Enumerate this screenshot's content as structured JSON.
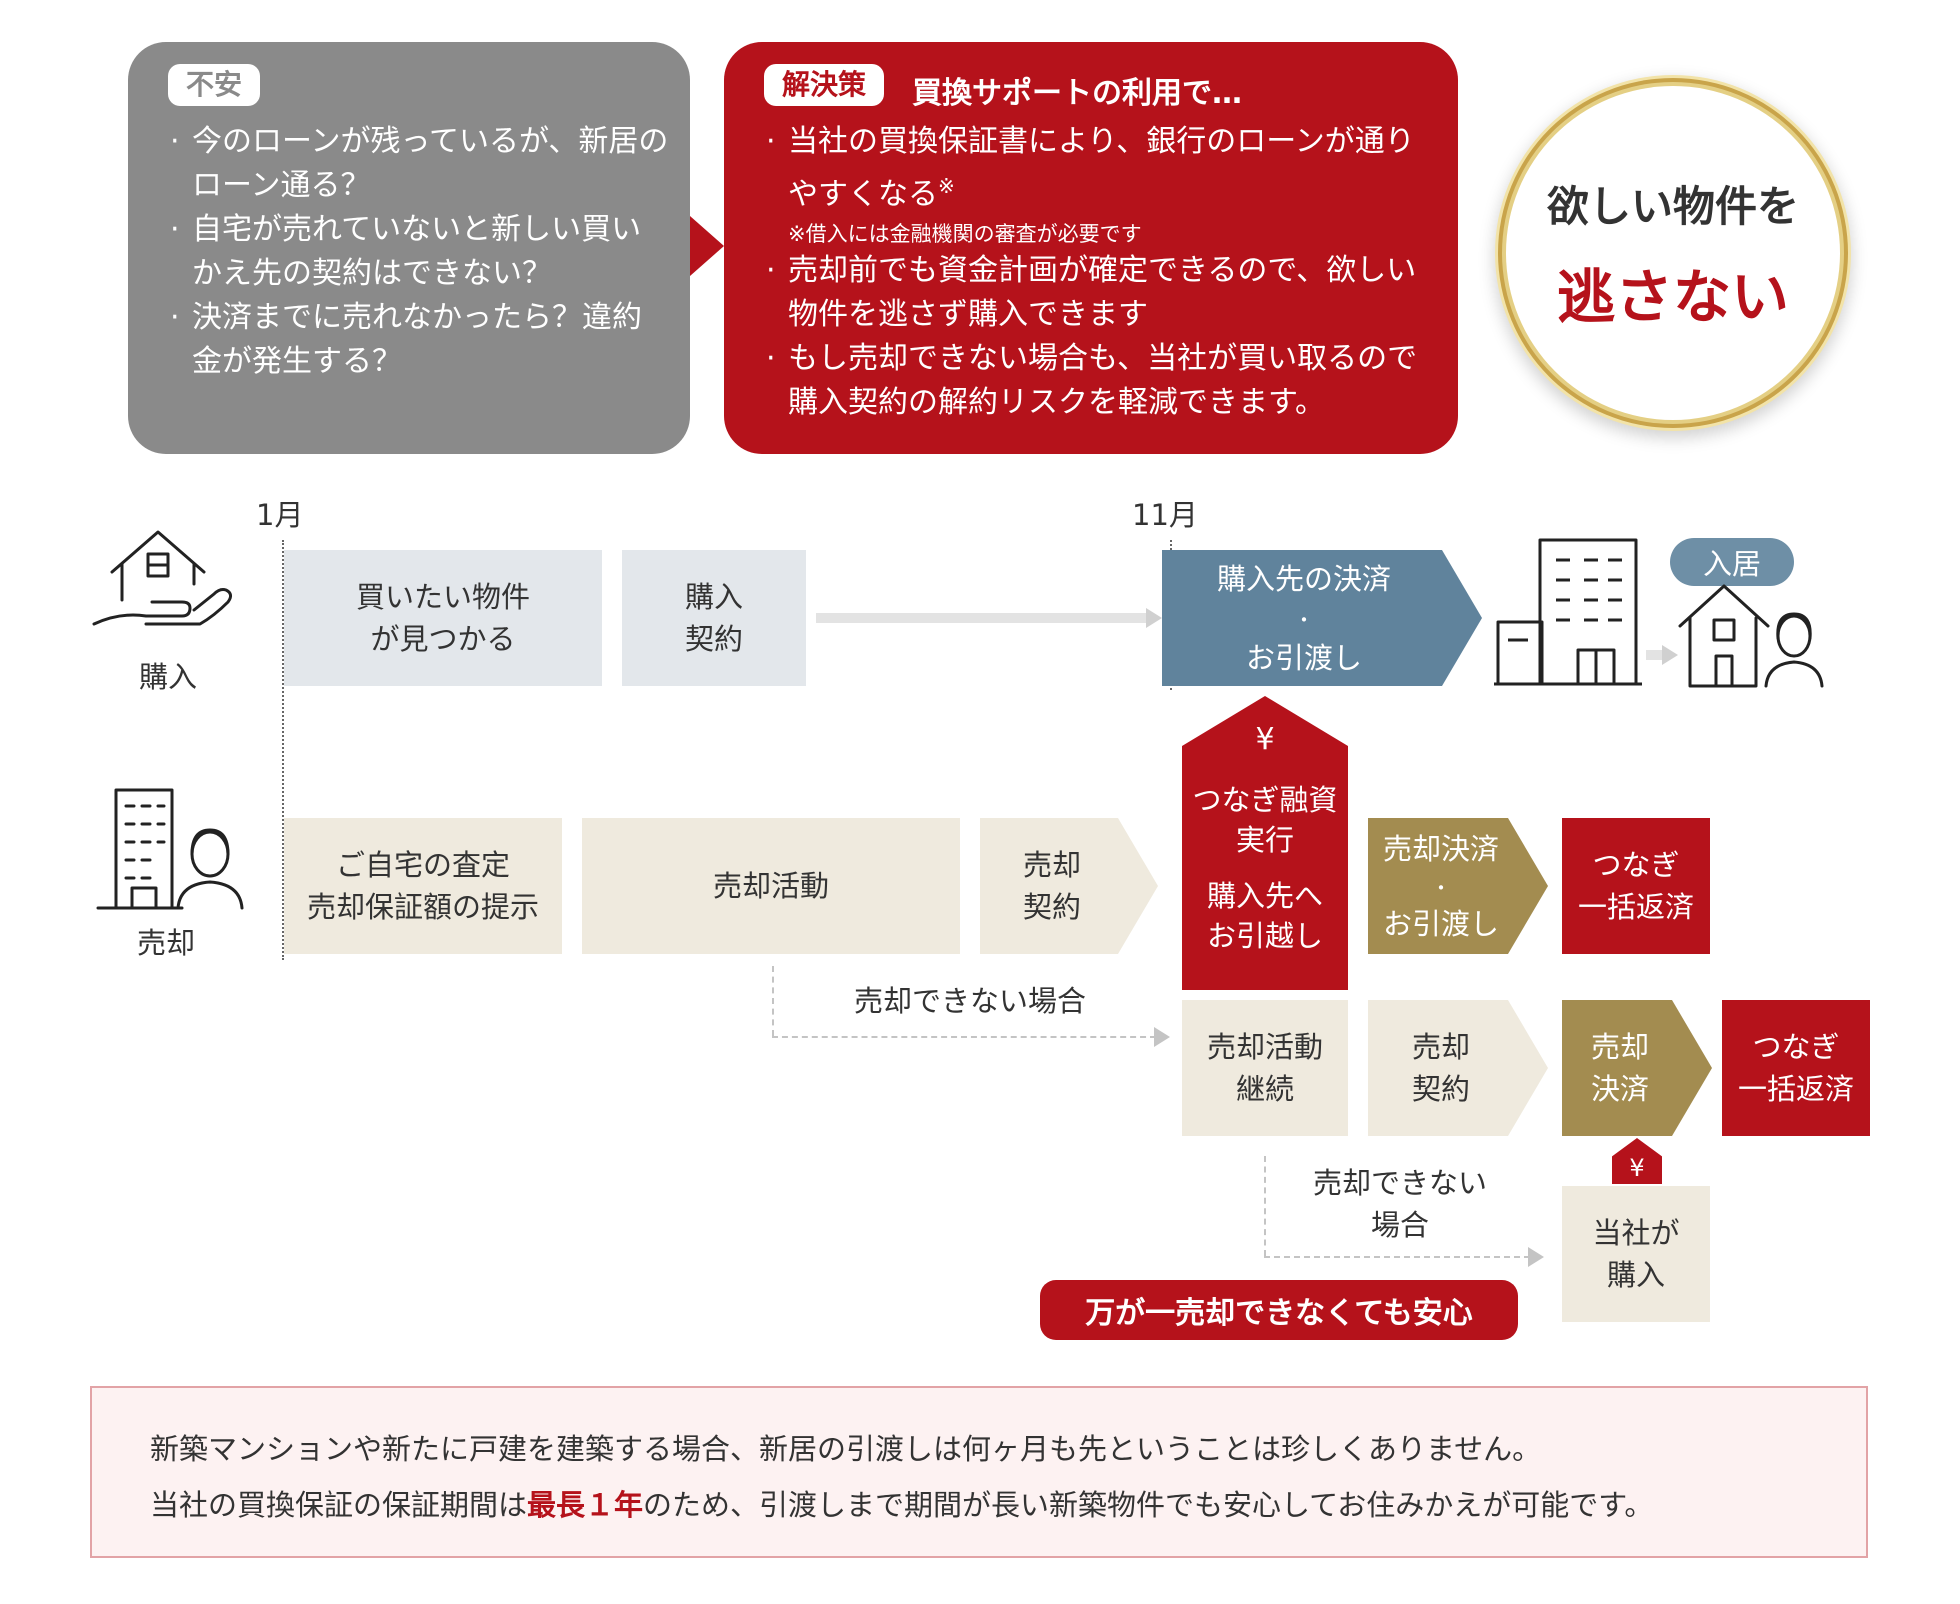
{
  "concern": {
    "tag": "不安",
    "items": [
      "今のローンが残っているが、新居のローン通る？",
      "自宅が売れていないと新しい買いかえ先の契約はできない？",
      "決済までに売れなかったら？違約金が発生する？"
    ]
  },
  "solution": {
    "tag": "解決策",
    "heading": "買換サポートの利用で…",
    "item1": "当社の買換保証書により、銀行のローンが通りやすくなる",
    "item1_mark": "※",
    "item1_note": "※借入には金融機関の審査が必要です",
    "item2": "売却前でも資金計画が確定できるので、欲しい物件を逃さず購入できます",
    "item3": "もし売却できない場合も、当社が買い取るので購入契約の解約リスクを軽減できます。"
  },
  "badge": {
    "line1": "欲しい物件を",
    "line2": "逃さない"
  },
  "timeline": {
    "month_start": "1月",
    "month_mid": "11月",
    "row_purchase_label": "購入",
    "row_sale_label": "売却",
    "move_in": "入居",
    "purchase_steps": {
      "find_l1": "買いたい物件",
      "find_l2": "が見つかる",
      "contract_l1": "購入",
      "contract_l2": "契約",
      "settle_l1": "購入先の決済",
      "settle_dot": "・",
      "settle_l2": "お引渡し"
    },
    "bridge_loan": {
      "yen": "¥",
      "l1": "つなぎ融資",
      "l2": "実行",
      "l3": "購入先へ",
      "l4": "お引越し"
    },
    "sale_steps": {
      "appraisal_l1": "ご自宅の査定",
      "appraisal_l2": "売却保証額の提示",
      "activity": "売却活動",
      "contract_l1": "売却",
      "contract_l2": "契約",
      "settle_l1": "売却決済",
      "settle_dot": "・",
      "settle_l2": "お引渡し",
      "repay_l1": "つなぎ",
      "repay_l2": "一括返済"
    },
    "fallback1": {
      "label": "売却できない場合",
      "continue_l1": "売却活動",
      "continue_l2": "継続",
      "contract_l1": "売却",
      "contract_l2": "契約",
      "settle_l1": "売却",
      "settle_l2": "決済",
      "repay_l1": "つなぎ",
      "repay_l2": "一括返済"
    },
    "fallback2": {
      "label_l1": "売却できない",
      "label_l2": "場合",
      "yen": "¥",
      "buy_l1": "当社が",
      "buy_l2": "購入"
    },
    "pill": "万が一売却できなくても安心"
  },
  "footer_note": {
    "line1": "新築マンションや新たに戸建を建築する場合、新居の引渡しは何ヶ月も先ということは珍しくありません。",
    "line2_pre": "当社の買換保証の保証期間は",
    "line2_highlight": "最長１年",
    "line2_post": "のため、引渡しまで期間が長い新築物件でも安心してお住みかえが可能です。"
  },
  "colors": {
    "red": "#b5121b",
    "grey_panel": "#8a8a8a",
    "slate": "#60839c",
    "gold": "#a38c50",
    "beige": "#efeade",
    "light_blue": "#e3e7eb"
  }
}
